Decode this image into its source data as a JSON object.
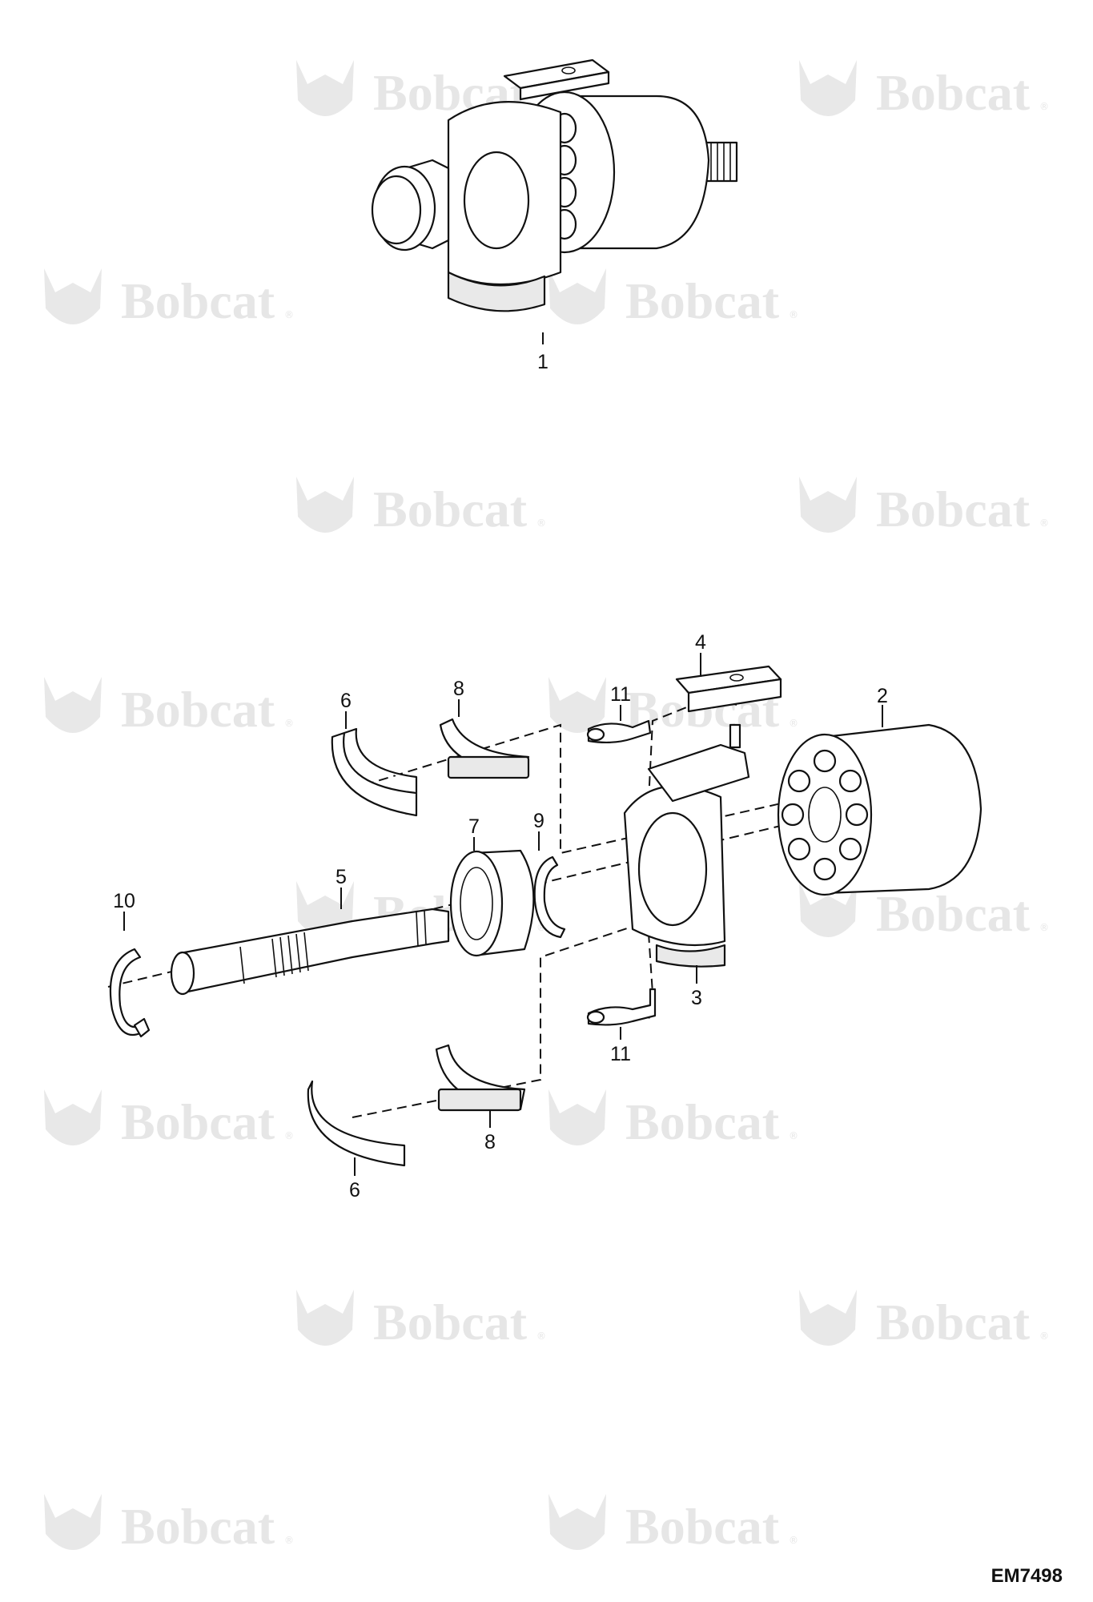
{
  "diagram": {
    "drawing_code": "EM7498",
    "watermark_text": "Bobcat",
    "watermark_mark": "®",
    "callouts": [
      "1",
      "2",
      "3",
      "4",
      "5",
      "6",
      "6",
      "7",
      "8",
      "8",
      "9",
      "10",
      "11",
      "11"
    ]
  }
}
